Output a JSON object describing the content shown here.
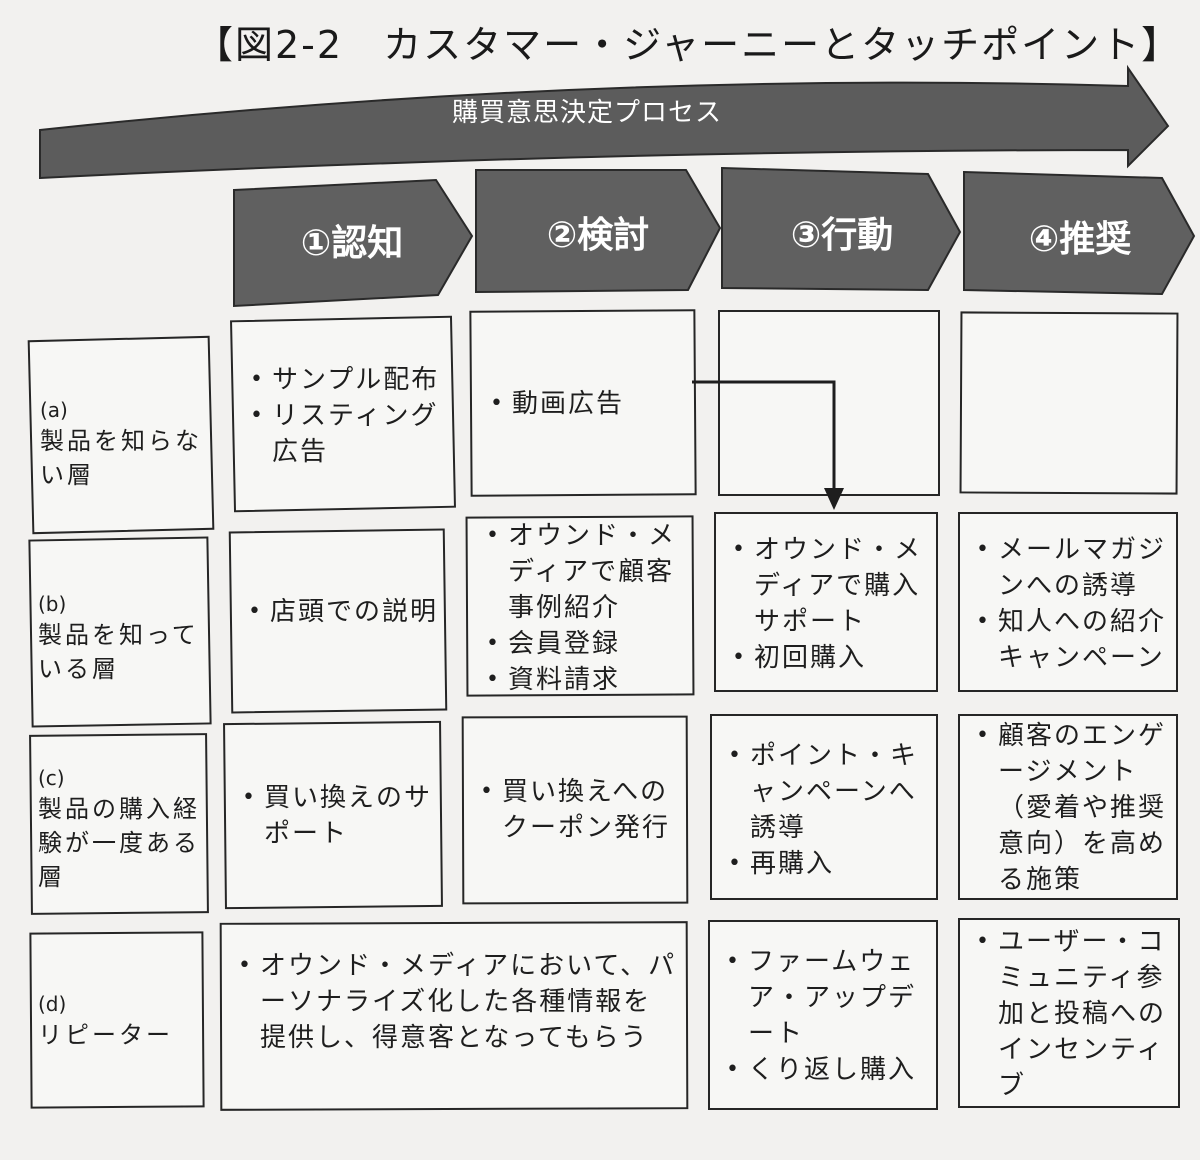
{
  "title": "【図2-2　カスタマー・ジャーニーとタッチポイント】",
  "process_label": "購買意思決定プロセス",
  "stages": [
    "①認知",
    "②検討",
    "③行動",
    "④推奨"
  ],
  "rows": [
    {
      "code": "(a)",
      "name": "製品を知らない層"
    },
    {
      "code": "(b)",
      "name": "製品を知っている層"
    },
    {
      "code": "(c)",
      "name": "製品の購入経験が一度ある層"
    },
    {
      "code": "(d)",
      "name": "リピーター"
    }
  ],
  "cells": {
    "a_stage1": [
      "サンプル配布",
      "リスティング広告"
    ],
    "a_stage2": [
      "動画広告"
    ],
    "b_stage1": [
      "店頭での説明"
    ],
    "b_stage2": [
      "オウンド・メディアで顧客事例紹介",
      "会員登録",
      "資料請求"
    ],
    "b_stage3": [
      "オウンド・メディアで購入サポート",
      "初回購入"
    ],
    "b_stage4": [
      "メールマガジンへの誘導",
      "知人への紹介キャンペーン"
    ],
    "c_stage1": [
      "買い換えのサポート"
    ],
    "c_stage2": [
      "買い換えへのクーポン発行"
    ],
    "c_stage3": [
      "ポイント・キャンペーンへ誘導",
      "再購入"
    ],
    "c_stage4": [
      "顧客のエンゲージメント（愛着や推奨意向）を高める施策"
    ],
    "d_stage12": [
      "オウンド・メディアにおいて、パーソナライズ化した各種情報を提供し、得意客となってもらう"
    ],
    "d_stage3": [
      "ファームウェア・アップデート",
      "くり返し購入"
    ],
    "d_stage4": [
      "ユーザー・コミュニティ参加と投稿へのインセンティブ"
    ]
  },
  "colors": {
    "arrow_fill": "#5c5c5c",
    "stage_fill": "#606060",
    "border": "#262626"
  }
}
